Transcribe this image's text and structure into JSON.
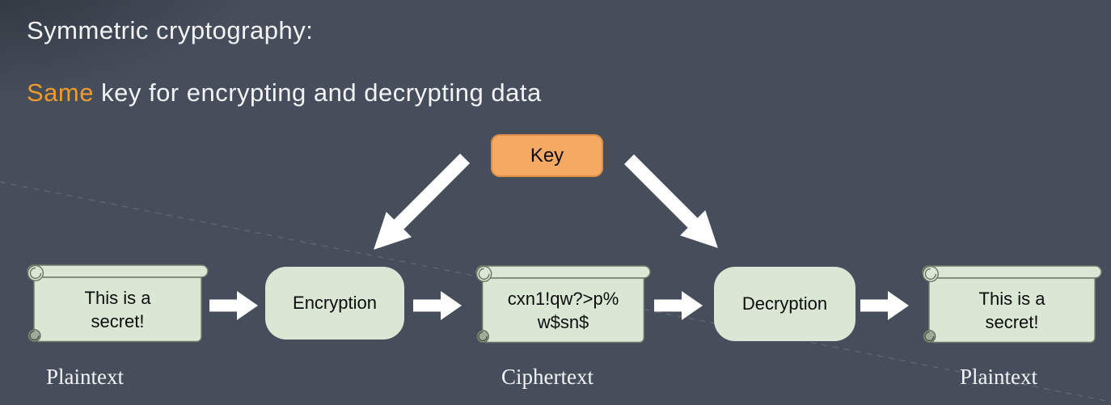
{
  "slide": {
    "title": "Symmetric cryptography:",
    "subtitle_highlight": "Same",
    "subtitle_rest": " key for encrypting and decrypting data"
  },
  "diagram": {
    "key_label": "Key",
    "nodes": [
      {
        "id": "plaintext-input",
        "shape": "scroll",
        "lines": [
          "This is a",
          "secret!"
        ]
      },
      {
        "id": "encryption",
        "shape": "rounded",
        "label": "Encryption"
      },
      {
        "id": "ciphertext",
        "shape": "scroll",
        "lines": [
          "cxn1!qw?>p%",
          "w$sn$"
        ]
      },
      {
        "id": "decryption",
        "shape": "rounded",
        "label": "Decryption"
      },
      {
        "id": "plaintext-output",
        "shape": "scroll",
        "lines": [
          "This is a",
          "secret!"
        ]
      }
    ],
    "captions": {
      "plaintext_left": "Plaintext",
      "ciphertext": "Ciphertext",
      "plaintext_right": "Plaintext"
    },
    "arrows": [
      "key-to-encryption",
      "key-to-decryption",
      "plaintext-to-encryption",
      "encryption-to-ciphertext",
      "ciphertext-to-decryption",
      "decryption-to-plaintext"
    ]
  },
  "colors": {
    "background": "#454e5a",
    "accent_orange": "#ef9b2e",
    "key_fill": "#f5aa63",
    "key_border": "#dd8f48",
    "node_green": "#d9e7d4",
    "scroll_stroke": "#6e7a68",
    "arrow_white": "#ffffff",
    "text_dark": "#0c0c0c",
    "text_light": "#f2f4f6"
  }
}
